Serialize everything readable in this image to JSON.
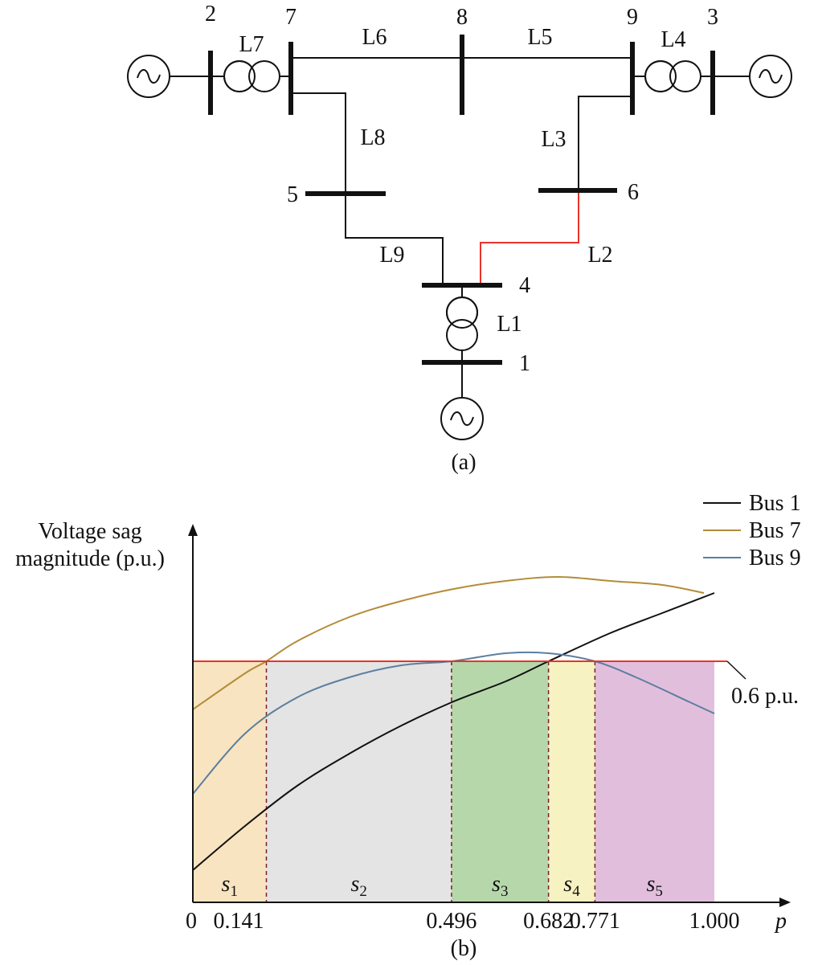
{
  "diagram": {
    "caption": "(a)",
    "buses": [
      {
        "id": "b2",
        "label": "2"
      },
      {
        "id": "b7",
        "label": "7"
      },
      {
        "id": "b8",
        "label": "8"
      },
      {
        "id": "b9",
        "label": "9"
      },
      {
        "id": "b3",
        "label": "3"
      },
      {
        "id": "b5",
        "label": "5"
      },
      {
        "id": "b6",
        "label": "6"
      },
      {
        "id": "b4",
        "label": "4"
      },
      {
        "id": "b1",
        "label": "1"
      }
    ],
    "lines": [
      {
        "id": "L1",
        "label": "L1",
        "kind": "transformer"
      },
      {
        "id": "L2",
        "label": "L2",
        "kind": "line",
        "highlighted": true
      },
      {
        "id": "L3",
        "label": "L3",
        "kind": "line"
      },
      {
        "id": "L4",
        "label": "L4",
        "kind": "transformer"
      },
      {
        "id": "L5",
        "label": "L5",
        "kind": "line"
      },
      {
        "id": "L6",
        "label": "L6",
        "kind": "line"
      },
      {
        "id": "L7",
        "label": "L7",
        "kind": "transformer"
      },
      {
        "id": "L8",
        "label": "L8",
        "kind": "line"
      },
      {
        "id": "L9",
        "label": "L9",
        "kind": "line"
      }
    ],
    "generator_symbol": "~",
    "colors": {
      "line": "#111111",
      "highlight": "#e8342a"
    }
  },
  "chart": {
    "caption": "(b)",
    "ylabel_line1": "Voltage sag",
    "ylabel_line2": "magnitude (p.u.)",
    "xlabel": "p",
    "threshold_label": "0.6 p.u."
  },
  "chart_data": {
    "type": "line",
    "xlabel": "p",
    "ylabel": "Voltage sag magnitude (p.u.)",
    "xlim": [
      0,
      1.08
    ],
    "ylim": [
      0,
      1.0
    ],
    "x_ticks": [
      "0",
      "0.141",
      "0.496",
      "0.682",
      "0.771",
      "1.000"
    ],
    "threshold": {
      "value": 0.6,
      "label": "0.6 p.u.",
      "color": "#e8342a"
    },
    "regions": [
      {
        "label": "s",
        "sub": "1",
        "from": 0,
        "to": 0.141,
        "color": "#f8e4c0"
      },
      {
        "label": "s",
        "sub": "2",
        "from": 0.141,
        "to": 0.496,
        "color": "#e4e4e4"
      },
      {
        "label": "s",
        "sub": "3",
        "from": 0.496,
        "to": 0.682,
        "color": "#b6d7aa"
      },
      {
        "label": "s",
        "sub": "4",
        "from": 0.682,
        "to": 0.771,
        "color": "#f6f2c2"
      },
      {
        "label": "s",
        "sub": "5",
        "from": 0.771,
        "to": 1.0,
        "color": "#e2bedd"
      }
    ],
    "series": [
      {
        "name": "Bus 1",
        "color": "#111111",
        "x": [
          0,
          0.1,
          0.2,
          0.3,
          0.4,
          0.5,
          0.6,
          0.682,
          0.8,
          0.9,
          1.0
        ],
        "y": [
          0.08,
          0.19,
          0.29,
          0.37,
          0.44,
          0.5,
          0.55,
          0.6,
          0.67,
          0.72,
          0.77
        ]
      },
      {
        "name": "Bus 7",
        "color": "#b38c3a",
        "x": [
          0,
          0.1,
          0.141,
          0.2,
          0.3,
          0.4,
          0.5,
          0.6,
          0.7,
          0.8,
          0.9,
          0.98
        ],
        "y": [
          0.48,
          0.57,
          0.6,
          0.65,
          0.71,
          0.75,
          0.78,
          0.8,
          0.81,
          0.8,
          0.79,
          0.77
        ]
      },
      {
        "name": "Bus 9",
        "color": "#5b7fa0",
        "x": [
          0,
          0.1,
          0.2,
          0.3,
          0.4,
          0.496,
          0.6,
          0.682,
          0.771,
          0.85,
          0.95,
          1.0
        ],
        "y": [
          0.27,
          0.42,
          0.51,
          0.56,
          0.59,
          0.6,
          0.62,
          0.62,
          0.6,
          0.56,
          0.5,
          0.47
        ]
      }
    ],
    "legend_position": "top-right"
  }
}
